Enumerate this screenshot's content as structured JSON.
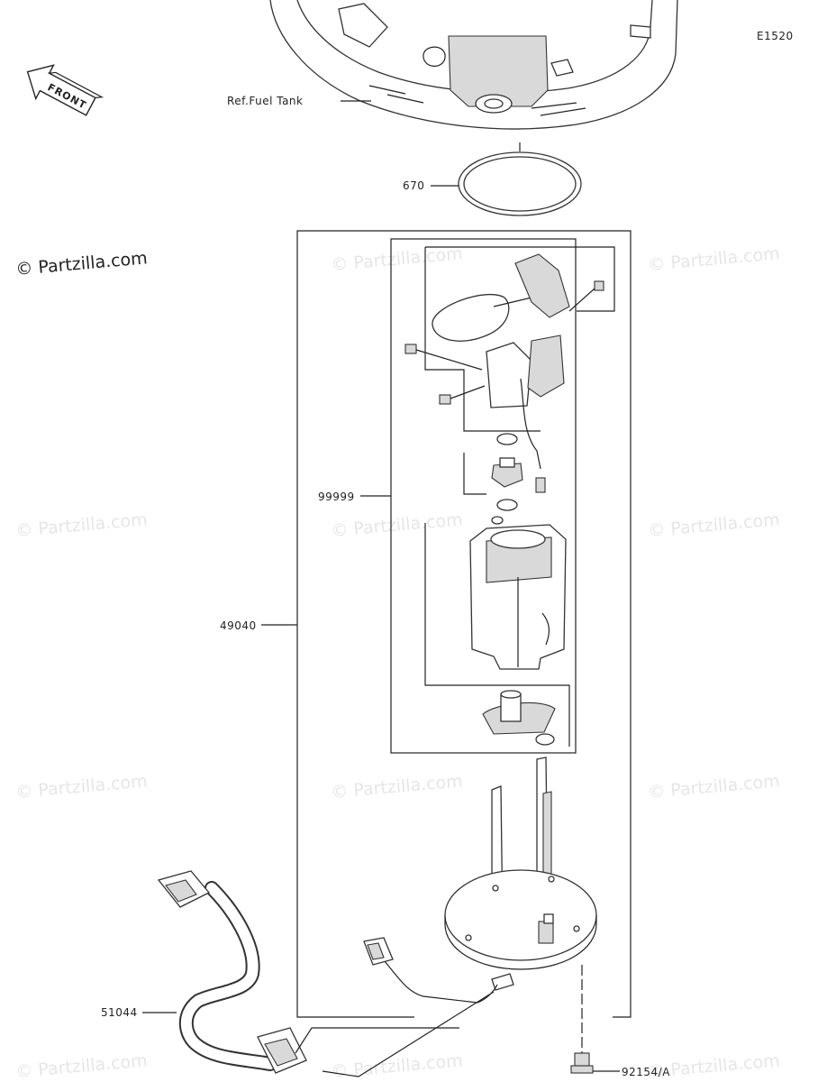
{
  "diagram_code": "E1520",
  "front_label": "FRONT",
  "copyright": "© Partzilla.com",
  "watermark": "© Partzilla.com",
  "callouts": {
    "ref_fuel_tank": "Ref.Fuel Tank",
    "gasket": "670",
    "pump_assy_inner": "99999",
    "pump_assy": "49040",
    "hose": "51044",
    "bolt": "92154/A"
  }
}
